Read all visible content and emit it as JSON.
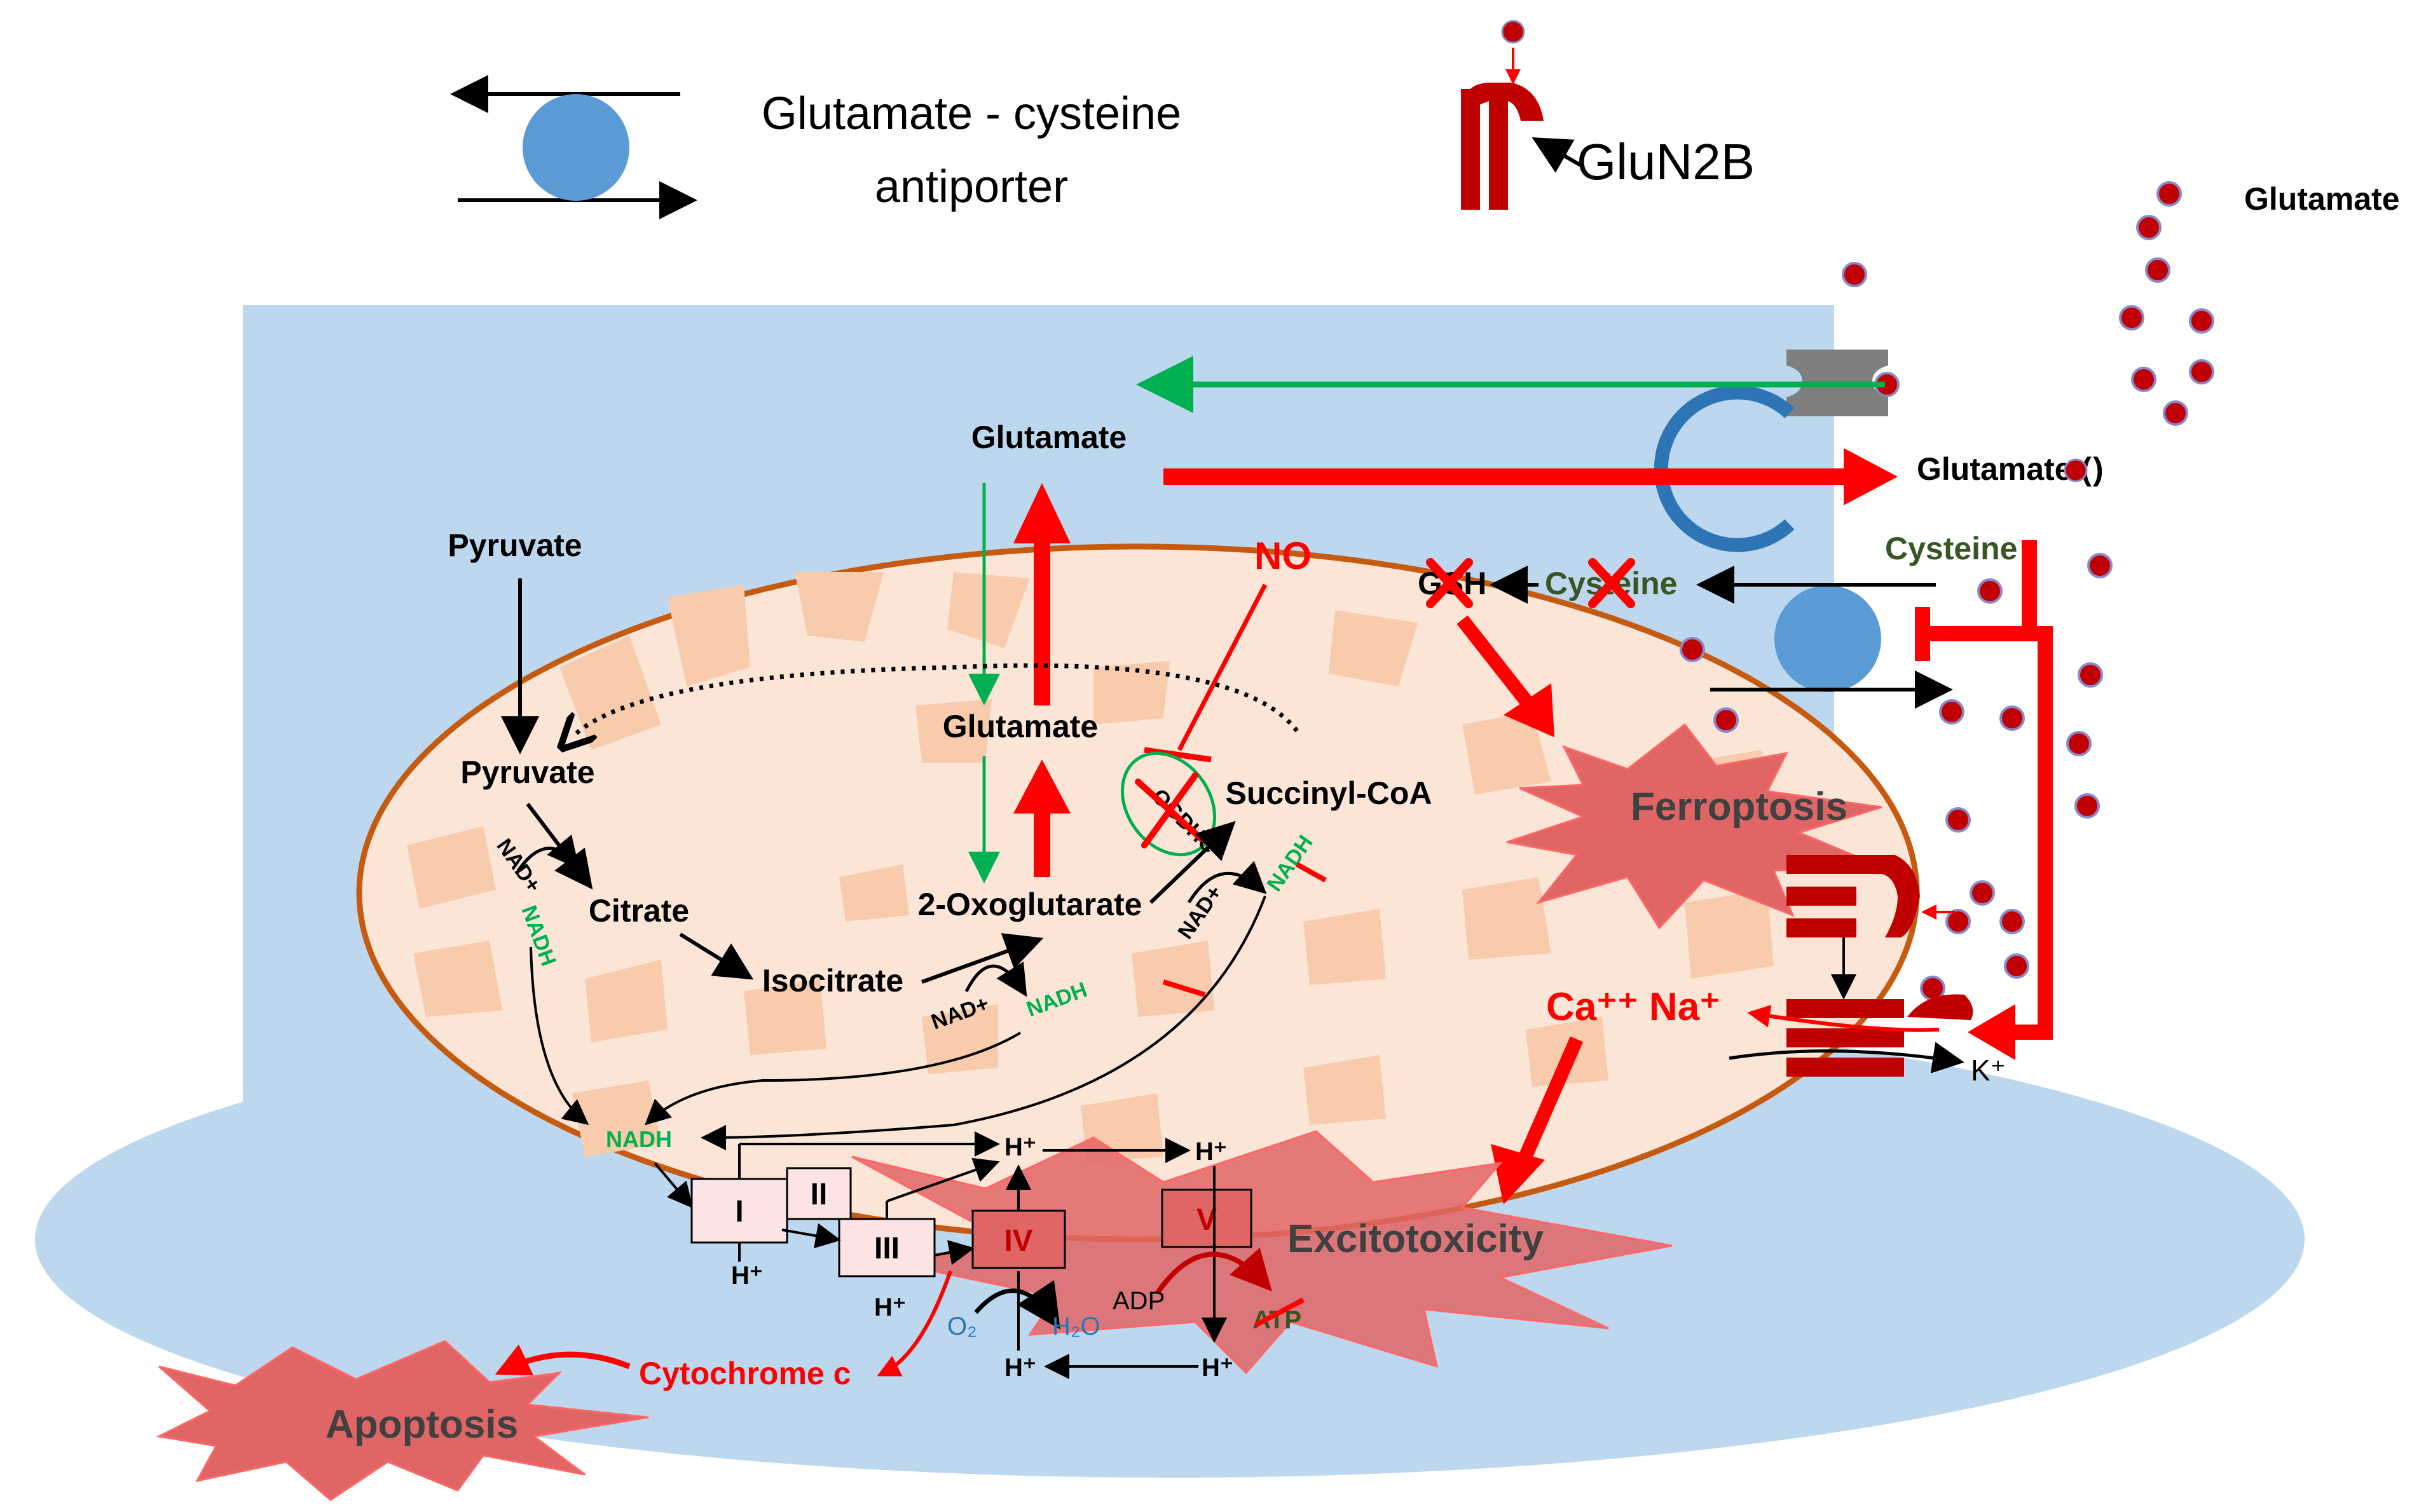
{
  "legend": {
    "antiporter_line1": "Glutamate - cysteine",
    "antiporter_line2": "antiporter",
    "receptor": "GluN2B",
    "glutamate": "Glutamate"
  },
  "extracellular": {
    "glutamate_out": "Glutamate (",
    "glutamate_out_close": ")",
    "cysteine": "Cysteine"
  },
  "cytosol": {
    "glutamate": "Glutamate",
    "gsh": "GSH",
    "cysteine": "Cysteine",
    "no": "NO",
    "ferroptosis": "Ferroptosis",
    "ions": "Ca⁺⁺ Na⁺",
    "k": "K⁺",
    "excitotoxicity": "Excitotoxicity",
    "apoptosis": "Apoptosis",
    "cytochrome_c": "Cytochrome c"
  },
  "mito": {
    "pyruvate_cyto": "Pyruvate",
    "pyruvate": "Pyruvate",
    "citrate": "Citrate",
    "isocitrate": "Isocitrate",
    "oxoglutarate": "2-Oxoglutarate",
    "glutamate": "Glutamate",
    "succinyl": "Succinyl-CoA",
    "ogdhc": "OGDHC",
    "nad1": "NAD+",
    "nadh1": "NADH",
    "nad2": "NAD+",
    "nadh2": "NADH",
    "nad3": "NAD+",
    "nadh3": "NADH",
    "nadh_pool": "NADH"
  },
  "etc": {
    "c1": "I",
    "c2": "II",
    "c3": "III",
    "c4": "IV",
    "c5": "V",
    "h1": "H⁺",
    "h2": "H⁺",
    "h3": "H⁺",
    "h4": "H⁺",
    "h5": "H⁺",
    "h6": "H⁺",
    "o2": "O₂",
    "h2o": "H₂O",
    "adp": "ADP",
    "atp": "ATP"
  },
  "colors": {
    "cell": "#bdd7ee",
    "mito_fill": "#fbe5d6",
    "mito_cristae": "#f8cbad",
    "mito_border": "#c55a11",
    "red": "#ff0000",
    "dark_red": "#c00000",
    "green": "#00b050",
    "dark_green": "#375623",
    "blue_circle": "#5b9bd5",
    "blue_ring": "#2e75b6",
    "h2o_blue": "#2e75b6",
    "burst": "#e06666",
    "glu_dot": "#c00000"
  }
}
